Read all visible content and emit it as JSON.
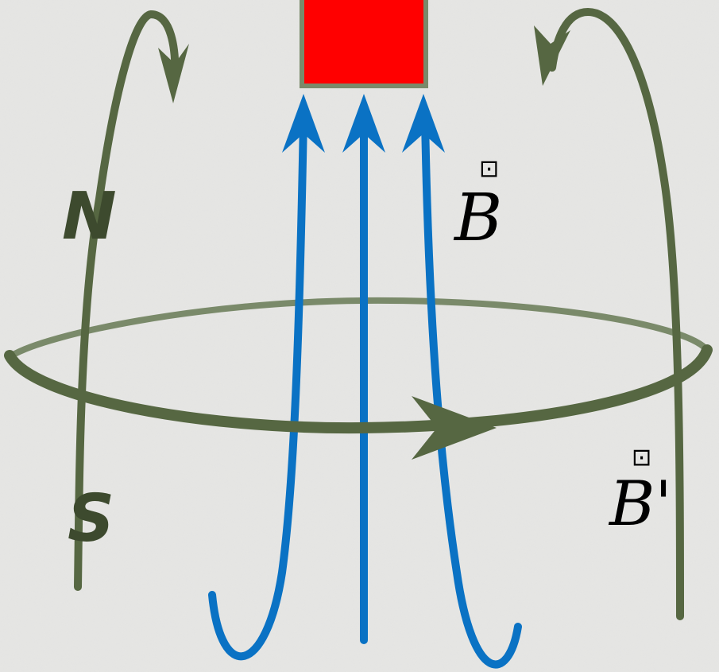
{
  "labels": {
    "north": "N",
    "south": "S",
    "field_b": "B",
    "field_b_prime": "B'",
    "vector_mark": "⊡"
  },
  "colors": {
    "background": "#e4e4e2",
    "loop_and_induced_field": "#566742",
    "loop_back_rim": "#7a8a6a",
    "magnet_field_lines": "#0a72c4",
    "magnet": "#ff0000",
    "magnet_border": "#7a8a6a",
    "text": "#000000",
    "pole_text": "#3d4a2e"
  }
}
